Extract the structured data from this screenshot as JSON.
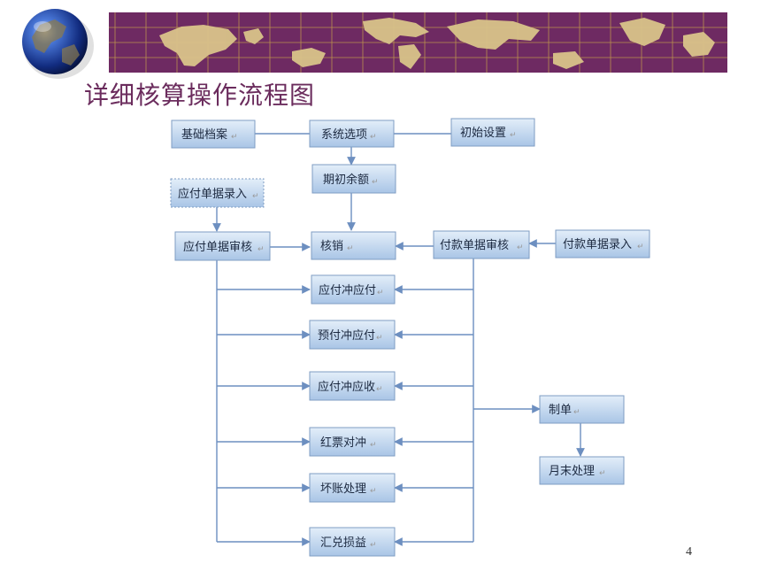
{
  "slide": {
    "title": "详细核算操作流程图",
    "page_number": "4"
  },
  "colors": {
    "banner": "#6e2a62",
    "grid": "#c9a24a",
    "land": "#d9c38a",
    "box_fill_top": "#e3eef9",
    "box_fill_bottom": "#a9c5e6",
    "box_border": "#7f9dc3",
    "line": "#6d8fc0",
    "title": "#6b2c5d"
  },
  "flow": {
    "nodes": [
      {
        "id": "jcda",
        "label": "基础档案"
      },
      {
        "id": "xtxx",
        "label": "系统选项"
      },
      {
        "id": "cssz",
        "label": "初始设置"
      },
      {
        "id": "qcye",
        "label": "期初余额"
      },
      {
        "id": "yfdjlr",
        "label": "应付单据录入"
      },
      {
        "id": "yfdjsh",
        "label": "应付单据审核"
      },
      {
        "id": "hx",
        "label": "核销"
      },
      {
        "id": "fkdjsh",
        "label": "付款单据审核"
      },
      {
        "id": "fkdjlr",
        "label": "付款单据录入"
      },
      {
        "id": "yfcyf",
        "label": "应付冲应付"
      },
      {
        "id": "yfcyf2",
        "label": "预付冲应付"
      },
      {
        "id": "yfcys",
        "label": "应付冲应收"
      },
      {
        "id": "hpdc",
        "label": "红票对冲"
      },
      {
        "id": "hzcl",
        "label": "坏账处理"
      },
      {
        "id": "hdsy",
        "label": "汇兑损益"
      },
      {
        "id": "zd",
        "label": "制单"
      },
      {
        "id": "ymcl",
        "label": "月末处理"
      }
    ],
    "edges": [
      {
        "from": "jcda",
        "to": "xtxx"
      },
      {
        "from": "cssz",
        "to": "xtxx"
      },
      {
        "from": "xtxx",
        "to": "qcye"
      },
      {
        "from": "qcye",
        "to": "hx"
      },
      {
        "from": "yfdjlr",
        "to": "yfdjsh"
      },
      {
        "from": "yfdjsh",
        "to": "hx"
      },
      {
        "from": "fkdjlr",
        "to": "fkdjsh"
      },
      {
        "from": "fkdjsh",
        "to": "hx"
      },
      {
        "from": "yfdjsh",
        "to": "yfcyf"
      },
      {
        "from": "yfdjsh",
        "to": "yfcyf2"
      },
      {
        "from": "yfdjsh",
        "to": "yfcys"
      },
      {
        "from": "yfdjsh",
        "to": "hpdc"
      },
      {
        "from": "yfdjsh",
        "to": "hzcl"
      },
      {
        "from": "yfdjsh",
        "to": "hdsy"
      },
      {
        "from": "fkdjsh",
        "to": "yfcyf"
      },
      {
        "from": "fkdjsh",
        "to": "yfcyf2"
      },
      {
        "from": "fkdjsh",
        "to": "yfcys"
      },
      {
        "from": "fkdjsh",
        "to": "hpdc"
      },
      {
        "from": "fkdjsh",
        "to": "hzcl"
      },
      {
        "from": "fkdjsh",
        "to": "hdsy"
      },
      {
        "from": "fkdjsh",
        "to": "zd"
      },
      {
        "from": "zd",
        "to": "ymcl"
      }
    ]
  }
}
